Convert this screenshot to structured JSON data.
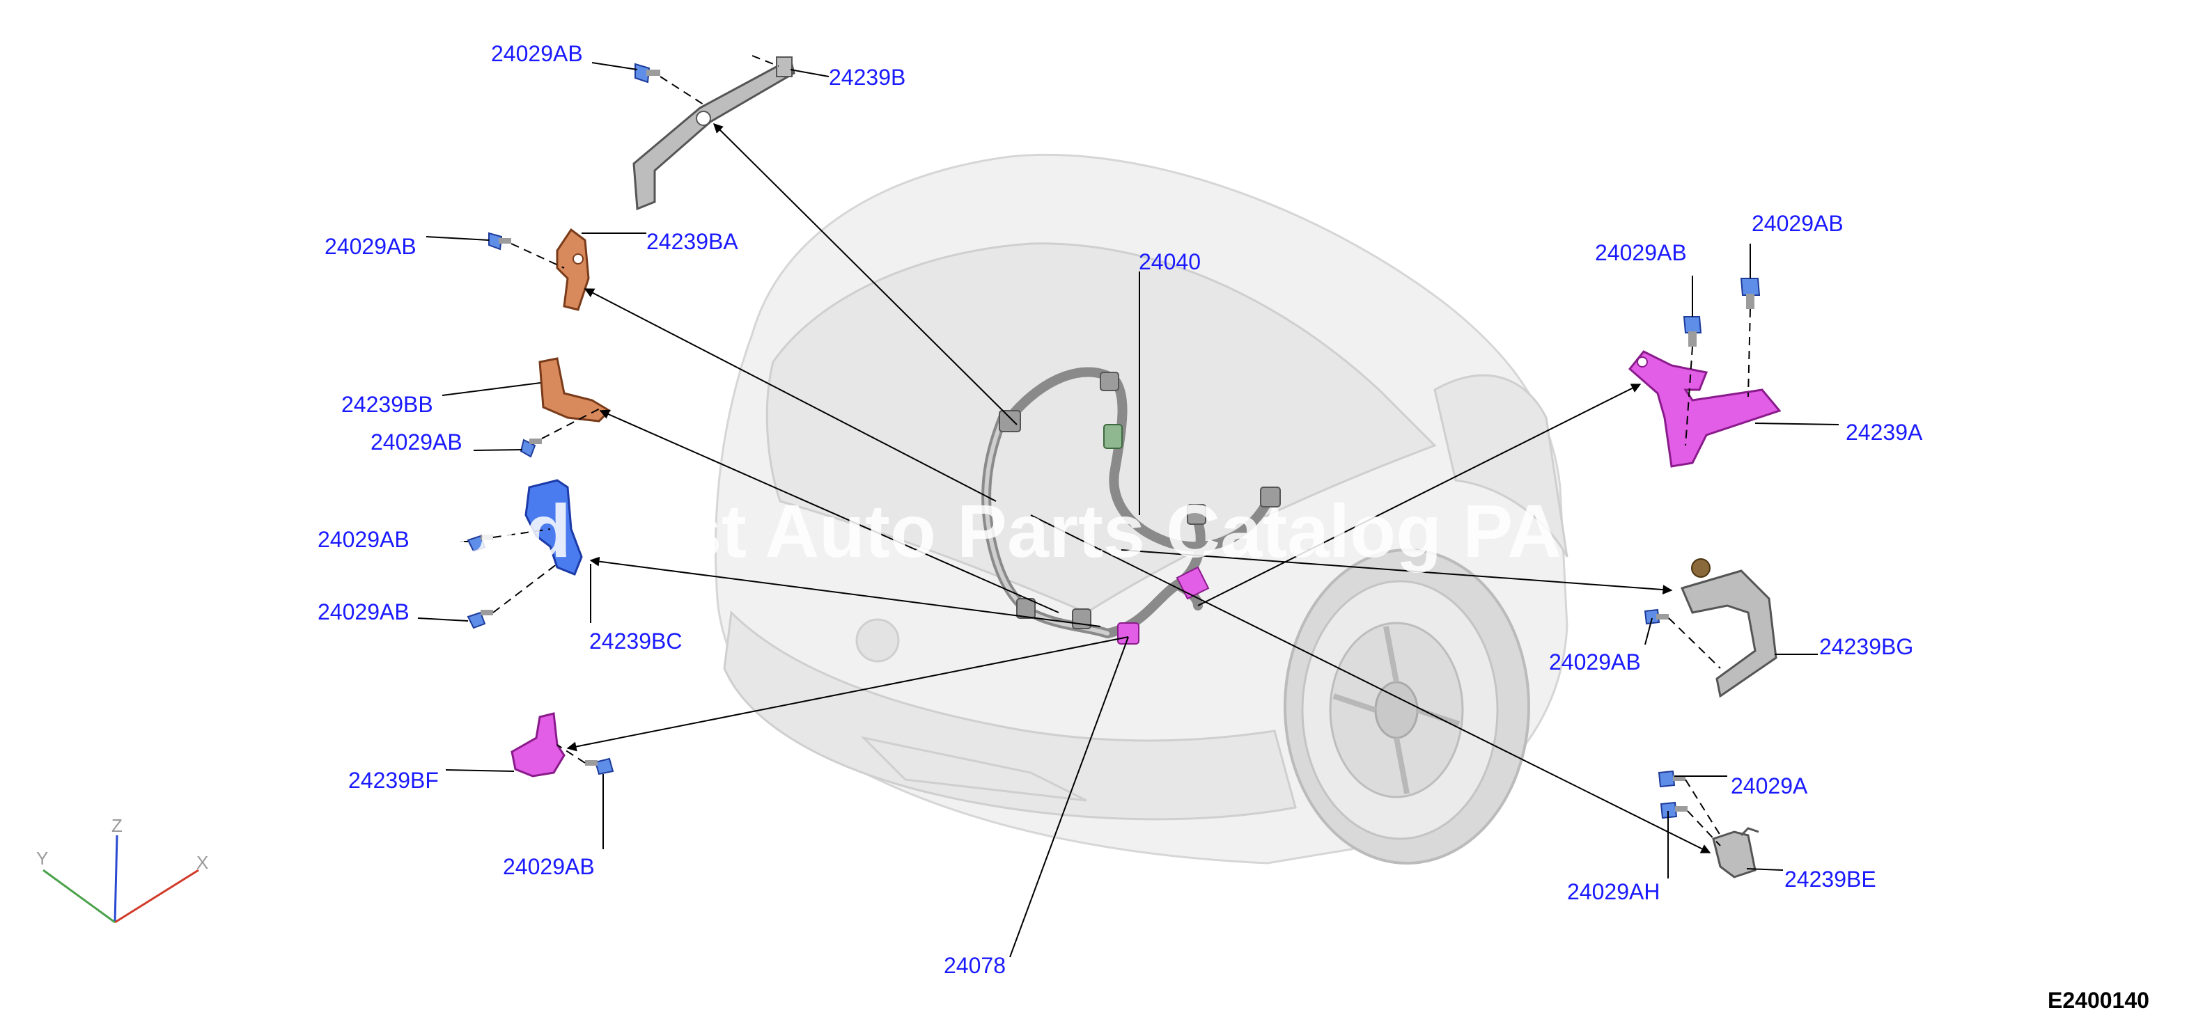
{
  "watermark": "Ford Fast Auto Parts Catalog PA",
  "diagram_code": "E2400140",
  "axes": {
    "x": "X",
    "y": "Y",
    "z": "Z"
  },
  "callouts": {
    "c24029ab_top": "24029AB",
    "c24239b": "24239B",
    "c24029ab_ba": "24029AB",
    "c24239ba": "24239BA",
    "c24239bb": "24239BB",
    "c24029ab_bb": "24029AB",
    "c24029ab_bc1": "24029AB",
    "c24029ab_bc2": "24029AB",
    "c24239bc": "24239BC",
    "c24239bf": "24239BF",
    "c24029ab_bf": "24029AB",
    "c24040": "24040",
    "c24078": "24078",
    "c24029ab_a1": "24029AB",
    "c24029ab_a2": "24029AB",
    "c24239a": "24239A",
    "c24029ab_bg": "24029AB",
    "c24239bg": "24239BG",
    "c24029a": "24029A",
    "c24029ah": "24029AH",
    "c24239be": "24239BE"
  }
}
